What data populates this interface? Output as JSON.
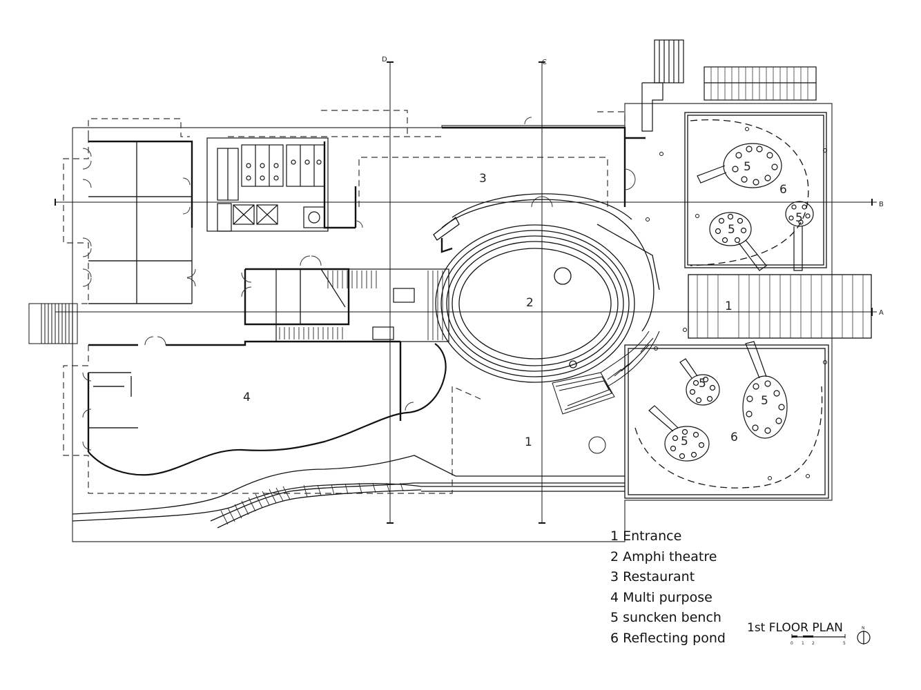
{
  "plan_title": "1st FLOOR PLAN",
  "legend": [
    "1 Entrance",
    "2 Amphi theatre",
    "3 Restaurant",
    "4 Multi purpose",
    "5 suncken bench",
    "6 Reflecting pond"
  ],
  "room_labels": {
    "entrance_east": "1",
    "entrance_south": "1",
    "amphitheatre": "2",
    "restaurant": "3",
    "multipurpose": "4",
    "bench_ne_1": "5",
    "bench_ne_2": "5",
    "bench_ne_3": "5",
    "bench_se_1": "5",
    "bench_se_2": "5",
    "bench_se_3": "5",
    "pond_ne": "6",
    "pond_se": "6"
  },
  "grid_labels": {
    "a": "A",
    "b": "B",
    "c": "C",
    "d": "D"
  },
  "scale_bar": {
    "ticks": [
      "0",
      "1",
      "2",
      "5"
    ]
  },
  "north_arrow": {
    "label": "N"
  }
}
